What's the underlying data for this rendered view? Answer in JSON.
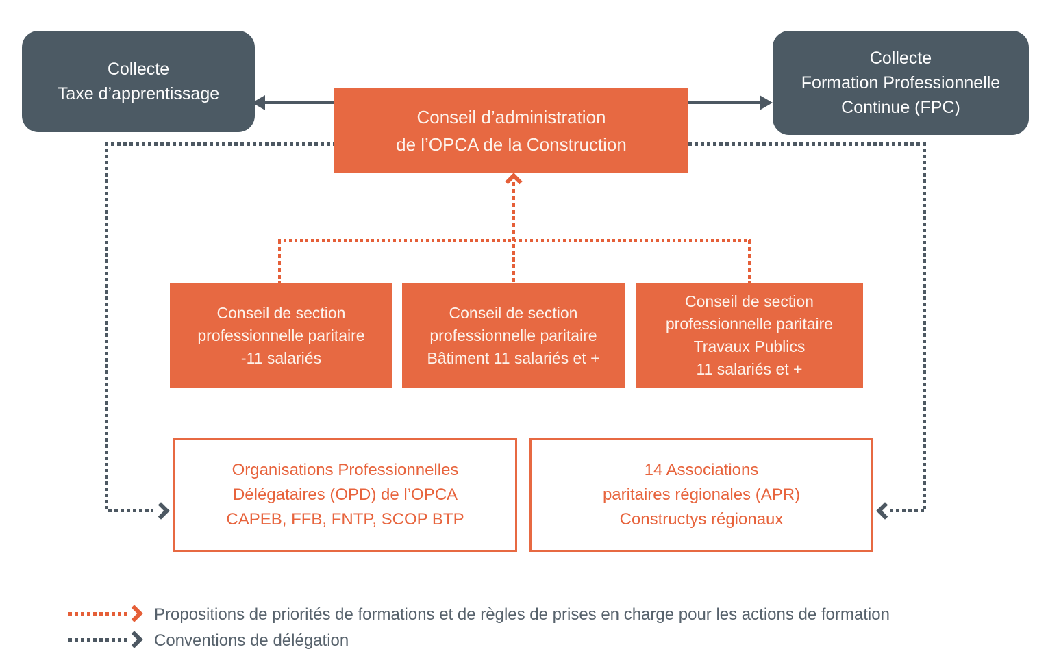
{
  "colors": {
    "orange": "#e76942",
    "slate_gray": "#4c5a64",
    "legend_text_gray": "#57626c",
    "white": "#ffffff"
  },
  "nodes": {
    "collecte_taxe": {
      "lines": [
        "Collecte",
        "Taxe d’apprentissage"
      ]
    },
    "collecte_fpc": {
      "lines": [
        "Collecte",
        "Formation Professionnelle",
        "Continue (FPC)"
      ]
    },
    "conseil_administration": {
      "lines": [
        "Conseil d’administration",
        "de l’OPCA de la Construction"
      ]
    },
    "section_moins_11": {
      "lines": [
        "Conseil de section",
        "professionnelle paritaire",
        "-11 salariés"
      ]
    },
    "section_batiment": {
      "lines": [
        "Conseil de section",
        "professionnelle paritaire",
        "Bâtiment 11 salariés et +"
      ]
    },
    "section_travaux_publics": {
      "lines": [
        "Conseil de section",
        "professionnelle paritaire",
        "Travaux Publics",
        "11 salariés et +"
      ]
    },
    "opd": {
      "lines": [
        "Organisations Professionnelles",
        "Délégataires (OPD) de l’OPCA",
        "CAPEB, FFB, FNTP, SCOP BTP"
      ]
    },
    "apr": {
      "lines": [
        "14 Associations",
        "paritaires régionales (APR)",
        "Constructys régionaux"
      ]
    }
  },
  "legend": {
    "propositions": "Propositions de priorités de formations et de règles de prises en charge pour les actions de formation",
    "conventions": "Conventions de délégation"
  }
}
